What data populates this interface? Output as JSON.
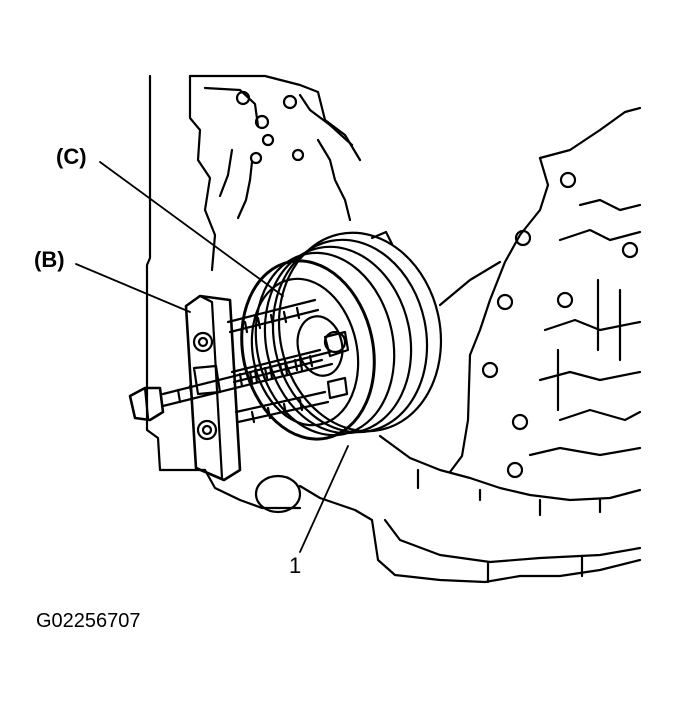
{
  "callouts": {
    "c": "(C)",
    "b": "(B)",
    "part_1": "1"
  },
  "figure_id": "G02256707",
  "colors": {
    "ink": "#000000",
    "paper": "#ffffff"
  }
}
